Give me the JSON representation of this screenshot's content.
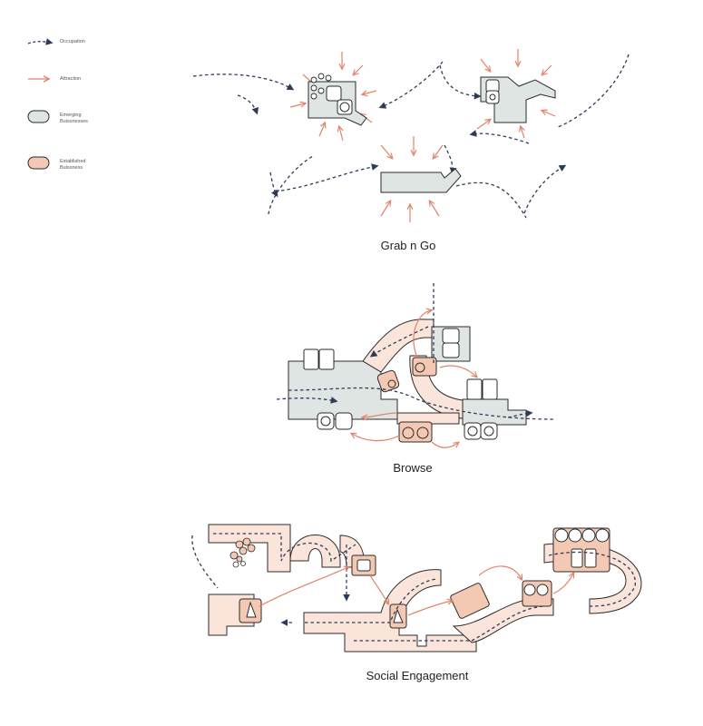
{
  "legend": {
    "occupation": "Occupation",
    "attraction": "Attraction",
    "emerging": "Emerging Buissnesses",
    "established": "Established Buissness"
  },
  "sections": {
    "grab": "Grab n Go",
    "browse": "Browse",
    "social": "Social Engagement"
  },
  "colors": {
    "occupation": "#2d3a5a",
    "attraction": "#e0846a",
    "emerging_fill": "#dfe5e2",
    "established_fill": "#f4c9b4",
    "path_fill": "#fbe5da",
    "outline": "#2b2b2b"
  }
}
